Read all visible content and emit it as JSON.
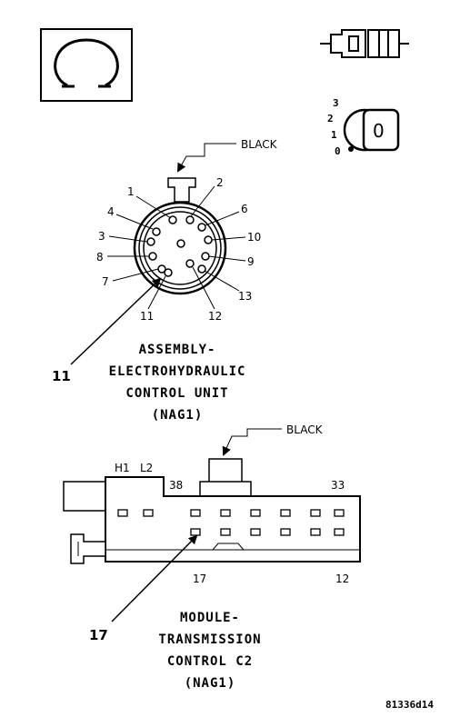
{
  "icons": {
    "ohm_symbol": "Ω",
    "connector_icon": "connector-icon",
    "ignition_icon": "ignition-key-icon",
    "ignition_positions": [
      "3",
      "2",
      "1",
      "0"
    ],
    "ignition_key_label": "0"
  },
  "connector1": {
    "wire_color_label": "BLACK",
    "pin_labels": [
      "1",
      "2",
      "4",
      "6",
      "3",
      "10",
      "8",
      "9",
      "7",
      "13",
      "11",
      "12"
    ],
    "callout_number": "11",
    "title_lines": [
      "ASSEMBLY-",
      "ELECTROHYDRAULIC",
      "CONTROL UNIT",
      "(NAG1)"
    ]
  },
  "connector2": {
    "wire_color_label": "BLACK",
    "top_labels": [
      "H1",
      "L2",
      "38",
      "33"
    ],
    "bottom_labels": [
      "17",
      "12"
    ],
    "callout_number": "17",
    "title_lines": [
      "MODULE-",
      "TRANSMISSION",
      "CONTROL C2",
      "(NAG1)"
    ]
  },
  "figure_code": "81336d14"
}
